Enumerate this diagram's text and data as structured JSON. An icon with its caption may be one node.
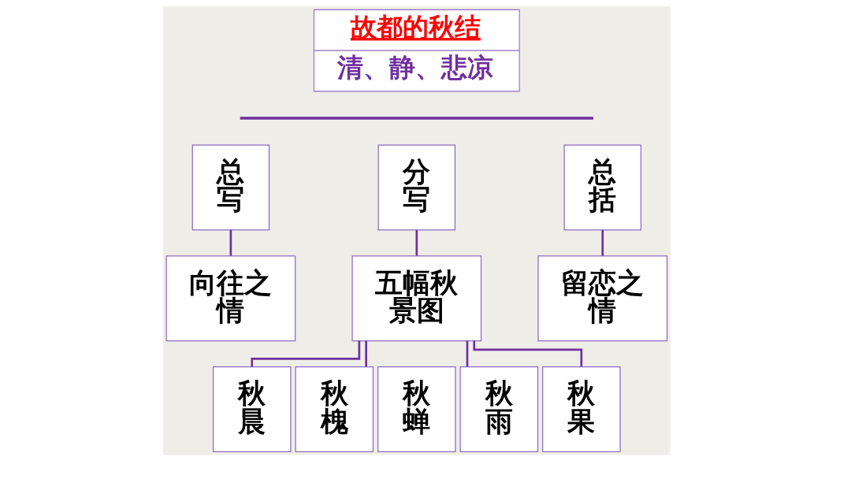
{
  "diagram": {
    "nodes": [
      {
        "text": [
          "故都的秋结",
          "清、静、悲凉"
        ]
      },
      {
        "text": [
          "总写"
        ]
      },
      {
        "text": [
          "分写"
        ]
      },
      {
        "text": [
          "总括"
        ]
      },
      {
        "text": [
          "向往之情"
        ]
      },
      {
        "text": [
          "五幅秋景图"
        ]
      },
      {
        "text": [
          "留恋之情"
        ]
      },
      {
        "text": [
          "秋晨"
        ]
      },
      {
        "text": [
          "秋槐"
        ]
      },
      {
        "text": [
          "秋蝉"
        ]
      },
      {
        "text": [
          "秋雨"
        ]
      },
      {
        "text": [
          "秋果"
        ]
      }
    ],
    "edges": [
      {
        "from": 1,
        "to": 4,
        "arrow": "none"
      },
      {
        "from": 2,
        "to": 5,
        "arrow": "none"
      },
      {
        "from": 3,
        "to": 6,
        "arrow": "none"
      },
      {
        "from": 5,
        "to": 7,
        "arrow": "none"
      },
      {
        "from": 5,
        "to": 8,
        "arrow": "none"
      },
      {
        "from": 5,
        "to": 10,
        "arrow": "none"
      },
      {
        "from": 5,
        "to": 11,
        "arrow": "none"
      }
    ]
  }
}
